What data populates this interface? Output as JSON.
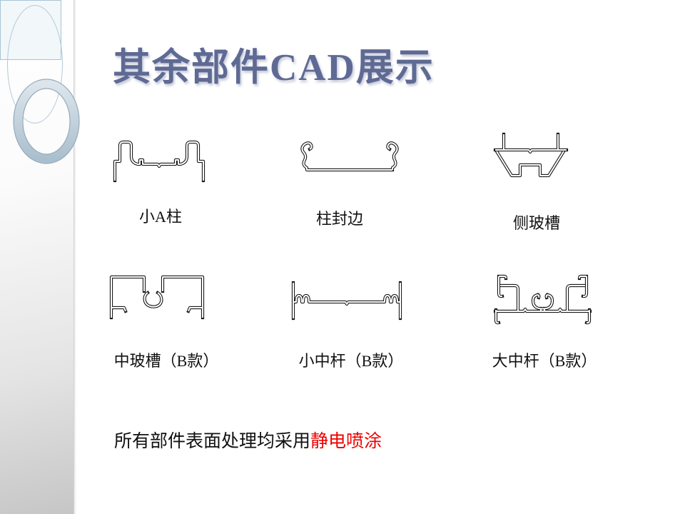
{
  "slide": {
    "title": "其余部件CAD展示",
    "profiles": [
      {
        "label": "小A柱"
      },
      {
        "label": "柱封边"
      },
      {
        "label": "侧玻槽"
      },
      {
        "label": "中玻槽（B款）"
      },
      {
        "label": "小中杆（B款）"
      },
      {
        "label": "大中杆（B款）"
      }
    ],
    "note": {
      "prefix": "所有部件表面处理均采用",
      "highlight": "静电喷涂"
    },
    "colors": {
      "title": "#5f6a94",
      "label_text": "#111111",
      "note_highlight": "#ee0000",
      "outline": "#1a1a1a",
      "decor_ring_light": "#dde5eb",
      "decor_ring_dark": "#aabfcd",
      "decor_edge": "#96abbc"
    }
  }
}
